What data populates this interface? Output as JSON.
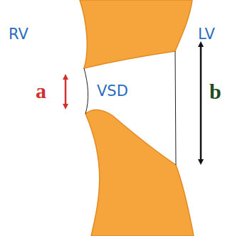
{
  "diagram": {
    "labels": [
      "RV",
      "LV",
      "a",
      "VSD",
      "b"
    ]
  }
}
